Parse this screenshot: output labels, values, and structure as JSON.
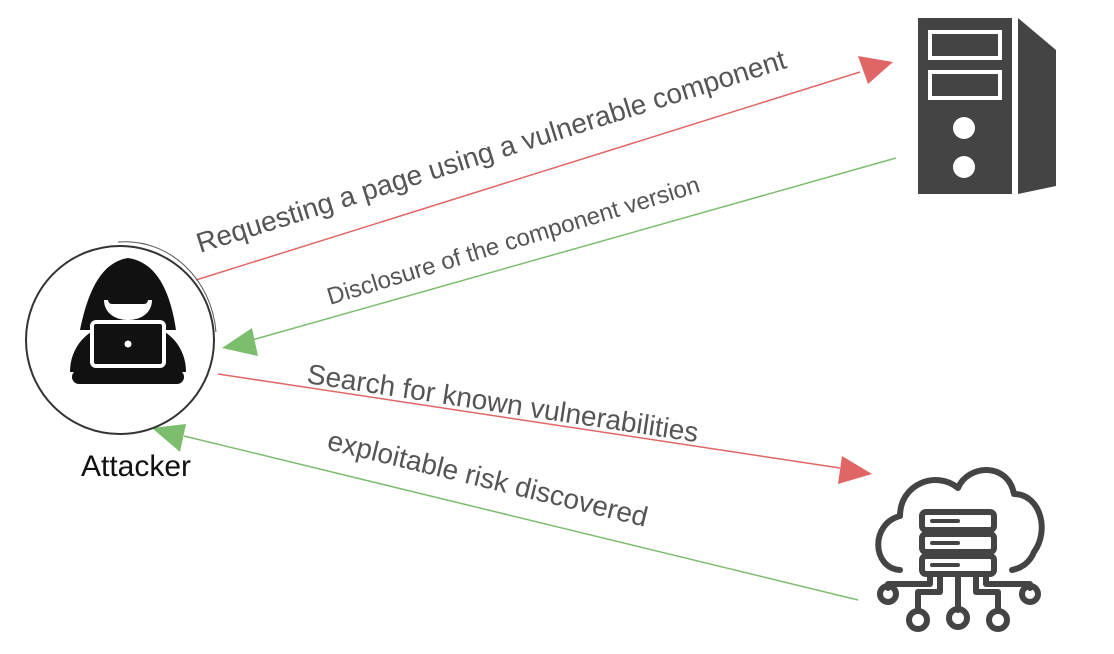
{
  "nodes": {
    "attacker": {
      "label": "Attacker",
      "icon": "hacker-icon"
    },
    "server": {
      "icon": "server-tower-icon"
    },
    "vuln_db": {
      "icon": "cloud-server-network-icon"
    }
  },
  "edges": [
    {
      "label": "Requesting a page using a vulnerable component",
      "from": "attacker",
      "to": "server"
    },
    {
      "label": "Disclosure of the component version",
      "from": "server",
      "to": "attacker"
    },
    {
      "label": "Search for known vulnerabilities",
      "from": "attacker",
      "to": "vuln_db"
    },
    {
      "label": "exploitable risk discovered",
      "from": "vuln_db",
      "to": "attacker"
    }
  ],
  "colors": {
    "request": "#e06666",
    "response": "#7dbd6e",
    "icon": "#444444",
    "label": "#555555"
  }
}
